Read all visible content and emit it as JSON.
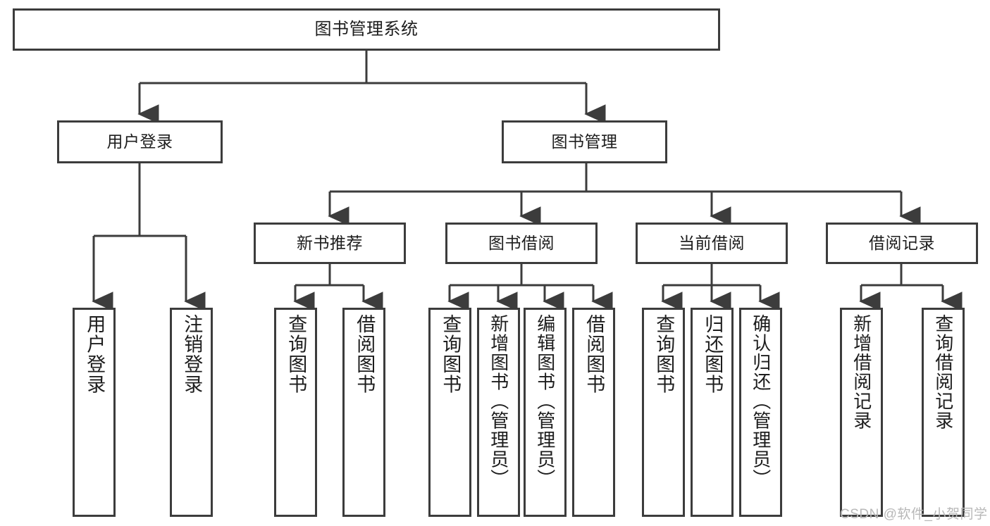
{
  "diagram": {
    "title": "图书管理系统",
    "type": "functional-structure-tree",
    "stroke_color": "#3c3c3c",
    "fill_color": "#ffffff",
    "text_color": "#1d1d1d"
  },
  "nodes": {
    "root": {
      "label": "图书管理系统"
    },
    "level2": [
      {
        "id": "user-login",
        "label": "用户登录"
      },
      {
        "id": "book-management",
        "label": "图书管理"
      }
    ],
    "level3": [
      {
        "id": "new-book-recommend",
        "label": "新书推荐"
      },
      {
        "id": "book-borrow",
        "label": "图书借阅"
      },
      {
        "id": "current-borrow",
        "label": "当前借阅"
      },
      {
        "id": "borrow-record",
        "label": "借阅记录"
      }
    ],
    "leaves": {
      "user_login": [
        {
          "id": "leaf-user-login",
          "label": "用户登录"
        },
        {
          "id": "leaf-logout",
          "label": "注销登录"
        }
      ],
      "new_book_recommend": [
        {
          "id": "leaf-query-book-1",
          "label": "查询图书"
        },
        {
          "id": "leaf-borrow-book-1",
          "label": "借阅图书"
        }
      ],
      "book_borrow": [
        {
          "id": "leaf-query-book-2",
          "label": "查询图书"
        },
        {
          "id": "leaf-add-book",
          "label": "新增图书（管理员）"
        },
        {
          "id": "leaf-edit-book",
          "label": "编辑图书（管理员）"
        },
        {
          "id": "leaf-borrow-book-2",
          "label": "借阅图书"
        }
      ],
      "current_borrow": [
        {
          "id": "leaf-query-book-3",
          "label": "查询图书"
        },
        {
          "id": "leaf-return-book",
          "label": "归还图书"
        },
        {
          "id": "leaf-confirm-return",
          "label": "确认归还（管理员）"
        }
      ],
      "borrow_record": [
        {
          "id": "leaf-add-record",
          "label": "新增借阅记录"
        },
        {
          "id": "leaf-query-record",
          "label": "查询借阅记录"
        }
      ]
    }
  },
  "watermark": {
    "text": "CSDN @软件_小贺同学"
  }
}
